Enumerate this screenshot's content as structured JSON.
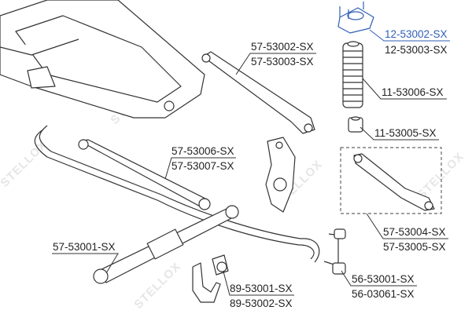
{
  "watermark": "STELLOX",
  "accent_color": "#2f5fb3",
  "labels": {
    "strut_mount_a": "12-53002-SX",
    "strut_mount_b": "12-53003-SX",
    "upper_arm_a": "57-53002-SX",
    "upper_arm_b": "57-53003-SX",
    "dust_boot": "11-53006-SX",
    "bump_stop": "11-53005-SX",
    "lateral_link_a": "57-53006-SX",
    "lateral_link_b": "57-53007-SX",
    "trailing_arm_a": "57-53004-SX",
    "trailing_arm_b": "57-53005-SX",
    "lower_arm": "57-53001-SX",
    "stab_bushing_a": "89-53001-SX",
    "stab_bushing_b": "89-53002-SX",
    "stab_link_a": "56-53001-SX",
    "stab_link_b": "56-03061-SX"
  }
}
